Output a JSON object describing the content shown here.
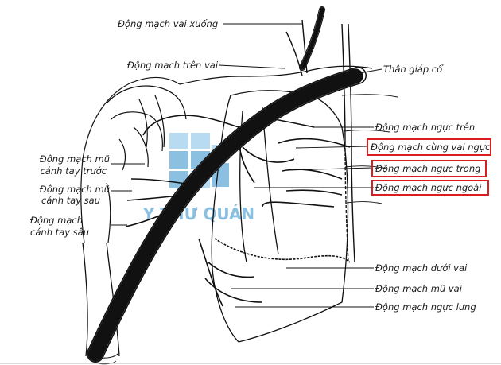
{
  "labels": {
    "dm_vai_xuong": "Động mạch vai xuống",
    "dm_tren_vai": "Động mạch trên vai",
    "than_giap_co": "Thân giáp cổ",
    "dm_nguc_tren": "Động mạch ngực trên",
    "dm_cung_vai_nguc": "Động mạch cùng vai ngực",
    "dm_nguc_trong": "Động mạch ngực trong",
    "dm_nguc_ngoai": "Động mạch ngực ngoài",
    "dm_mu_canh_tay_truoc_1": "Động mạch mũ",
    "dm_mu_canh_tay_truoc_2": "cánh tay trước",
    "dm_mu_canh_tay_sau_1": "Động mạch mũ",
    "dm_mu_canh_tay_sau_2": "cánh tay sau",
    "dm_canh_tay_sau_1": "Động mạch",
    "dm_canh_tay_sau_2": "cánh tay sâu",
    "dm_duoi_vai": "Động mạch dưới vai",
    "dm_mu_vai": "Động mạch mũ vai",
    "dm_nguc_lung": "Động mạch ngực lưng"
  },
  "watermark": {
    "text": "Y THƯ QUÁN",
    "color": "#2f8ec9"
  },
  "colors": {
    "highlight_box": "#d81e1e",
    "ink": "#111111"
  }
}
